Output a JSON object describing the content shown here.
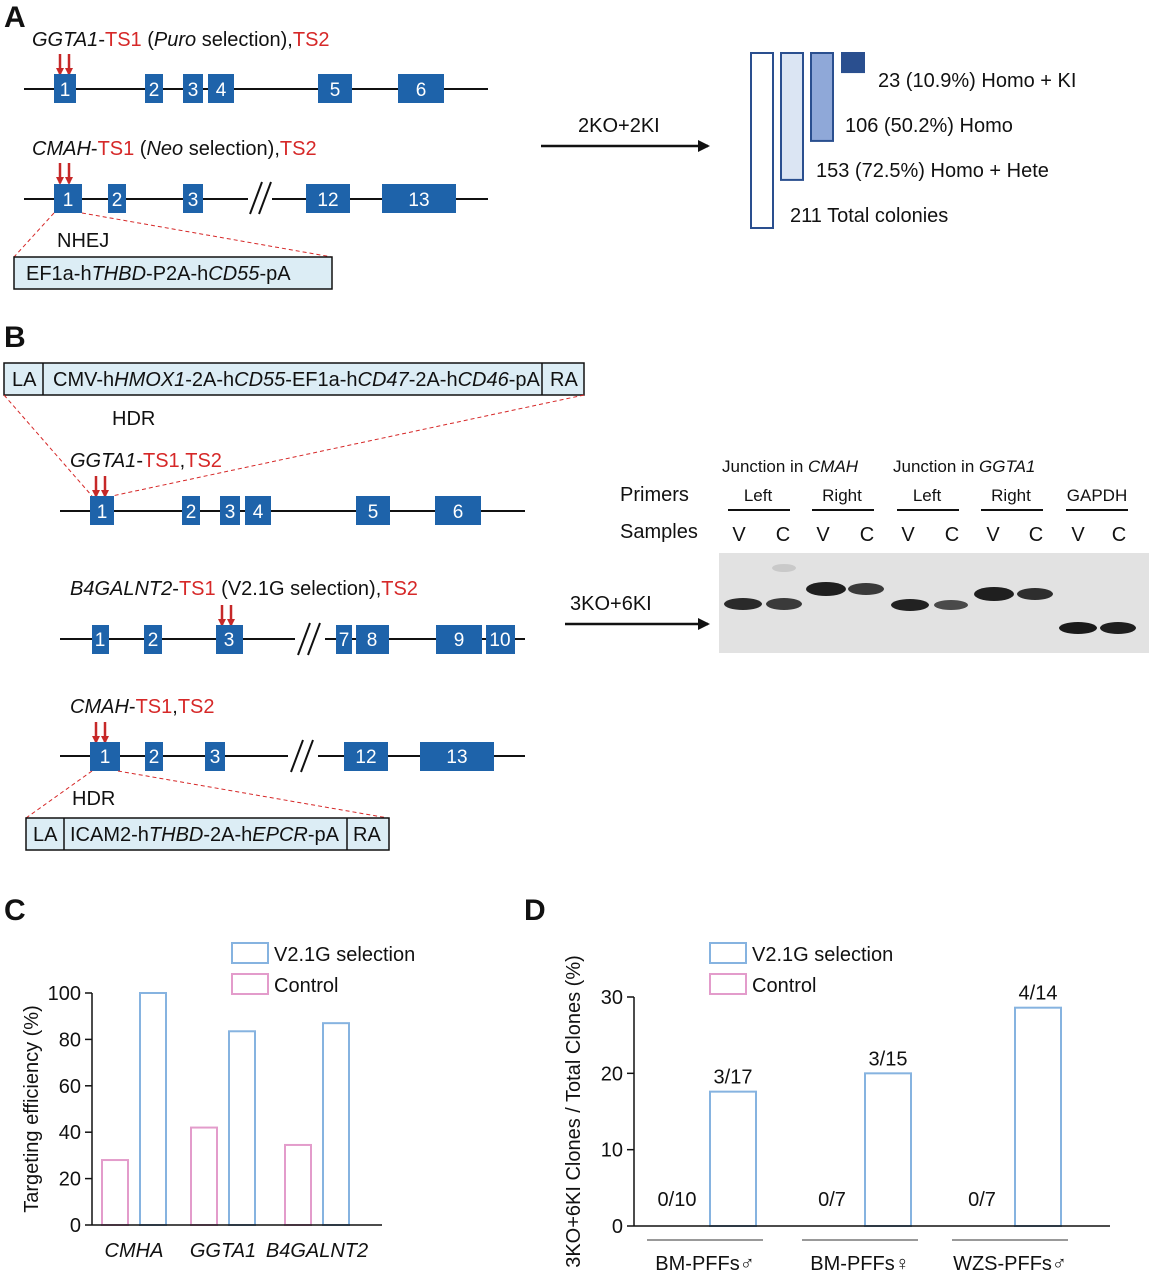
{
  "panels": {
    "a": "A",
    "b": "B",
    "c": "C",
    "d": "D"
  },
  "panel_a": {
    "gene1_name": "GGTA1",
    "gene1_ts1": "TS1",
    "gene1_sel": "Puro",
    "gene1_sel_suffix": " selection),",
    "gene1_ts2": "TS2",
    "gene1_exons": [
      "1",
      "2",
      "3",
      "4",
      "5",
      "6"
    ],
    "gene2_name": "CMAH",
    "gene2_ts1": "TS1",
    "gene2_sel": "Neo",
    "gene2_sel_suffix": " selection),",
    "gene2_ts2": "TS2",
    "gene2_exons": [
      "1",
      "2",
      "3",
      "12",
      "13"
    ],
    "nhej": "NHEJ",
    "cassette": {
      "p1": "EF1a-h",
      "i1": "THBD",
      "p2": "-P2A-h",
      "i2": "CD55",
      "p3": "-pA"
    },
    "arrow_label": "2KO+2KI",
    "colonies": [
      {
        "label": "23 (10.9%)  Homo + KI",
        "count": 23
      },
      {
        "label": "106 (50.2%)  Homo",
        "count": 106
      },
      {
        "label": "153 (72.5%) Homo + Hete",
        "count": 153
      },
      {
        "label": "211 Total colonies",
        "count": 211
      }
    ],
    "colony_colors": [
      "#2a4f8f",
      "#8fa8d8",
      "#dbe5f3",
      "#ffffff"
    ]
  },
  "panel_b": {
    "hdr_cassette": {
      "la": "LA",
      "p1": "CMV-h",
      "i1": "HMOX1",
      "p2": "-2A-h",
      "i2": "CD55",
      "p3": "-EF1a-h",
      "i3": "CD47",
      "p4": "-2A-h",
      "i4": "CD46",
      "p5": "-pA",
      "ra": "RA"
    },
    "hdr1": "HDR",
    "gene1_name": "GGTA1",
    "gene1_ts1": "TS1",
    "gene1_ts2": "TS2",
    "gene1_exons": [
      "1",
      "2",
      "3",
      "4",
      "5",
      "6"
    ],
    "gene2_name": "B4GALNT2",
    "gene2_ts1": "TS1",
    "gene2_sel": " (V2.1G selection),",
    "gene2_ts2": "TS2",
    "gene2_exons": [
      "1",
      "2",
      "3",
      "7",
      "8",
      "9",
      "10"
    ],
    "gene3_name": "CMAH",
    "gene3_ts1": "TS1",
    "gene3_ts2": "TS2",
    "gene3_exons": [
      "1",
      "2",
      "3",
      "12",
      "13"
    ],
    "hdr2": "HDR",
    "hdr_cassette2": {
      "la": "LA",
      "p1": "ICAM2-h",
      "i1": "THBD",
      "p2": "-2A-h",
      "i2": "EPCR",
      "p3": "-pA",
      "ra": "RA"
    },
    "arrow_label": "3KO+6KI",
    "gel": {
      "junction_cmah": "Junction in ",
      "junction_cmah_i": "CMAH",
      "junction_ggta1": "Junction in ",
      "junction_ggta1_i": "GGTA1",
      "primers": "Primers",
      "samples": "Samples",
      "primer_groups": [
        "Left",
        "Right",
        "Left",
        "Right",
        "GAPDH"
      ],
      "lane_labels": [
        "V",
        "C",
        "V",
        "C",
        "V",
        "C",
        "V",
        "C",
        "V",
        "C"
      ]
    }
  },
  "chart_data": [
    {
      "type": "bar",
      "ylabel": "Targeting efficiency (%)",
      "categories": [
        "CMHA",
        "GGTA1",
        "B4GALNT2"
      ],
      "ylim": [
        0,
        100
      ],
      "yticks": [
        "0",
        "20",
        "40",
        "60",
        "80",
        "100"
      ],
      "series": [
        {
          "name": "Control",
          "color": "#e39ccb",
          "values": [
            28,
            42,
            34.5
          ]
        },
        {
          "name": "V2.1G selection",
          "color": "#86b3e0",
          "values": [
            100,
            83.5,
            87
          ]
        }
      ],
      "legend": "top"
    },
    {
      "type": "bar",
      "ylabel": "3KO+6KI Clones / Total Clones (%)",
      "categories": [
        "BM-PFFs♂",
        "BM-PFFs♀",
        "WZS-PFFs♂"
      ],
      "ylim": [
        0,
        30
      ],
      "yticks": [
        "0",
        "10",
        "20",
        "30"
      ],
      "series": [
        {
          "name": "Control",
          "color": "#e39ccb",
          "values": [
            0,
            0,
            0
          ],
          "labels": [
            "0/10",
            "0/7",
            "0/7"
          ]
        },
        {
          "name": "V2.1G selection",
          "color": "#86b3e0",
          "values": [
            17.6,
            20,
            28.6
          ],
          "labels": [
            "3/17",
            "3/15",
            "4/14"
          ]
        }
      ],
      "legend": "top"
    }
  ]
}
